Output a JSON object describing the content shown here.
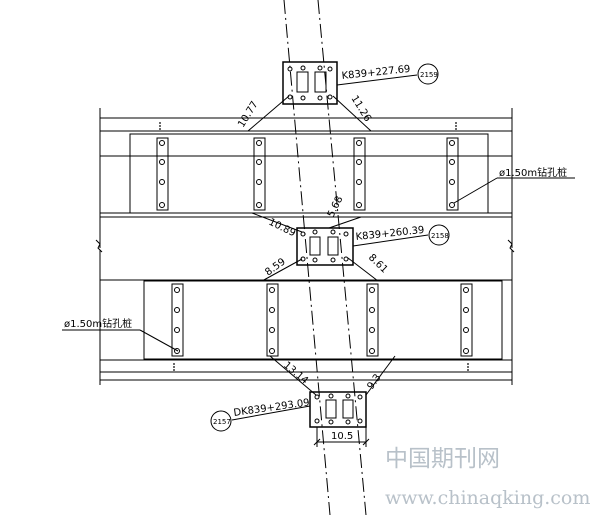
{
  "piers": {
    "top": {
      "station": "K839+227.69",
      "tag": "2159"
    },
    "middle": {
      "station": "K839+260.39",
      "tag": "2158"
    },
    "bottom": {
      "station": "DK839+293.09",
      "tag": "2157"
    }
  },
  "dimensions": {
    "top_left": "10.77",
    "top_right": "11.26",
    "mid_upper_left": "10.89",
    "mid_upper_right": "5.68",
    "mid_lower_left": "8.59",
    "mid_lower_right": "8.61",
    "bottom_left": "13.14",
    "bottom_right": "9.3",
    "bottom_width": "10.5"
  },
  "pile_labels": {
    "upper": "ø1.50m钻孔桩",
    "lower": "ø1.50m钻孔桩"
  },
  "watermark": {
    "site_name": "中国期刊网",
    "url": "www.chinaqking.com"
  }
}
